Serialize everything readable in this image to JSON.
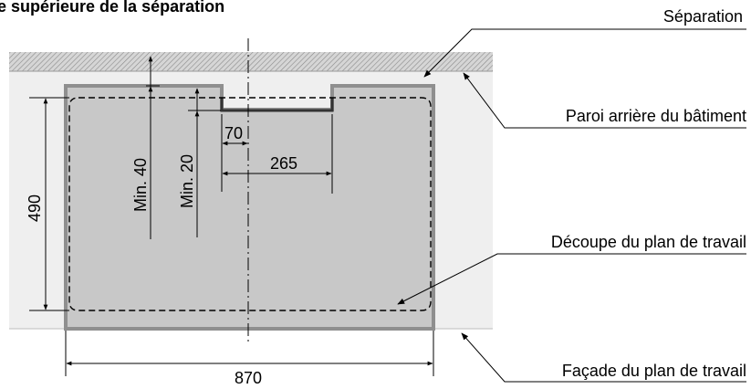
{
  "title": "e supérieure de la séparation",
  "labels": {
    "separation": "Séparation",
    "rear_wall": "Paroi arrière du bâtiment",
    "cutout": "Découpe du plan de travail",
    "front": "Façade du plan de travail"
  },
  "dimensions": {
    "min40": "Min. 40",
    "min20": "Min. 20",
    "d70": "70",
    "d265": "265",
    "d490": "490",
    "d870": "870"
  },
  "colors": {
    "worktop": "#efefef",
    "appliance": "#c8c8c8",
    "appliance_edge": "#8f8f8f",
    "wall_hatch": "#8a8a8a",
    "line": "#000000"
  }
}
